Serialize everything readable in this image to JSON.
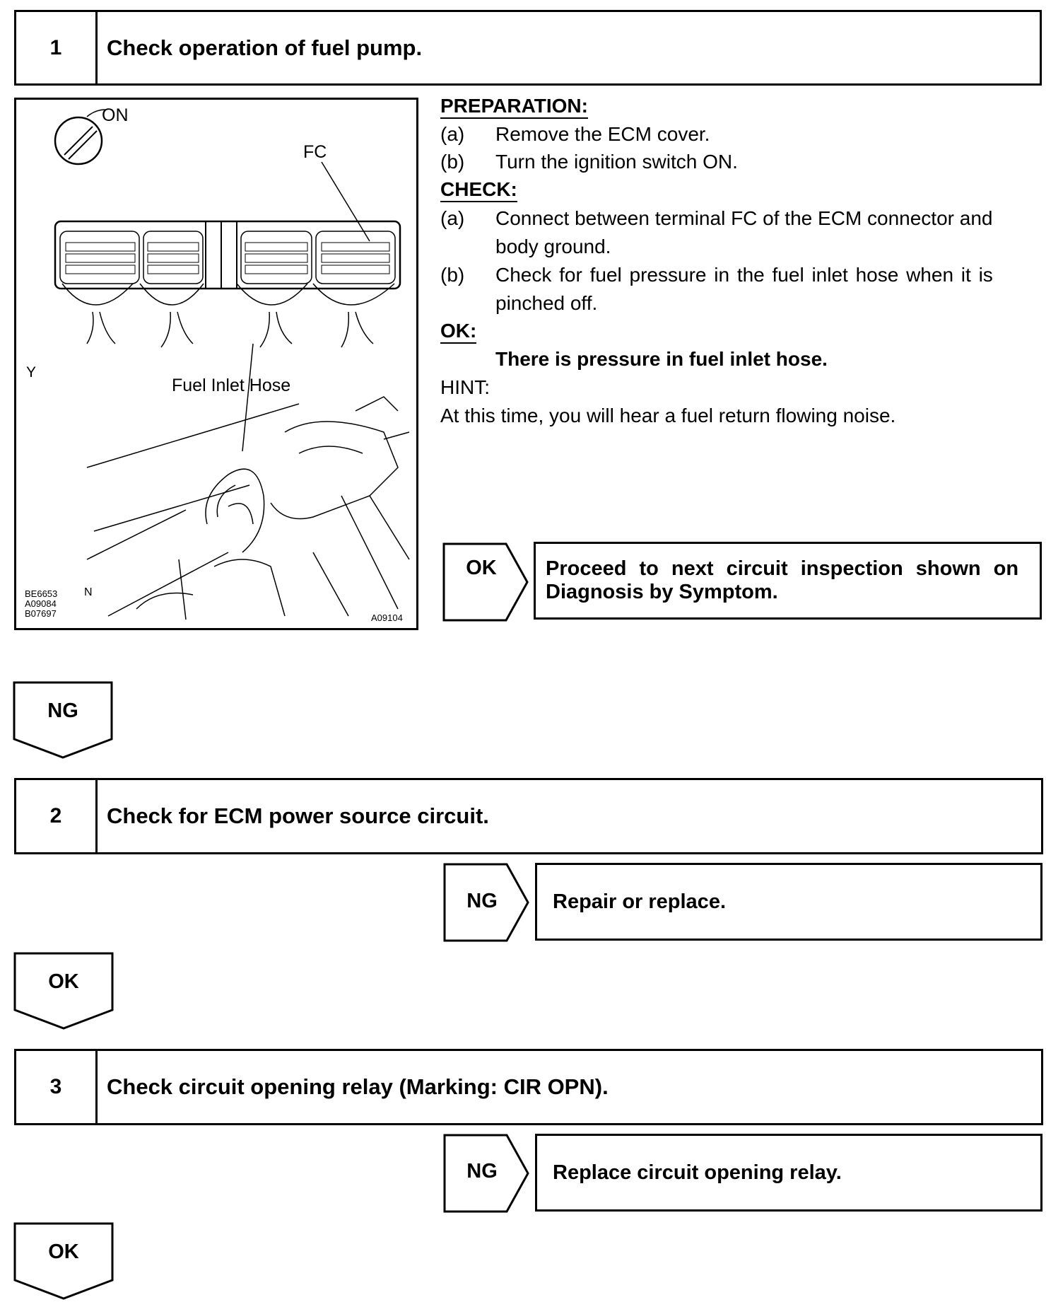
{
  "step1": {
    "number": "1",
    "title": "Check operation of fuel pump.",
    "figure": {
      "label_on": "ON",
      "label_fc": "FC",
      "label_y": "Y",
      "label_hose": "Fuel Inlet Hose",
      "label_n": "N",
      "codes": [
        "BE6653",
        "A09084",
        "B07697"
      ],
      "code_right": "A09104"
    },
    "preparation_heading": "PREPARATION:",
    "preparation": [
      {
        "marker": "(a)",
        "text": "Remove the ECM cover."
      },
      {
        "marker": "(b)",
        "text": "Turn the ignition switch ON."
      }
    ],
    "check_heading": "CHECK:",
    "check": [
      {
        "marker": "(a)",
        "line1": "Connect between terminal FC of the ECM connector and",
        "line2": "body ground."
      },
      {
        "marker": "(b)",
        "line1": "Check for fuel pressure in the fuel inlet hose when it is",
        "line2": "pinched off."
      }
    ],
    "ok_heading": "OK:",
    "ok_text": "There is pressure in fuel inlet hose.",
    "hint_heading": "HINT:",
    "hint_text": "At this time, you will hear a fuel return flowing noise.",
    "ok_arrow": "OK",
    "ok_result_line1": "Proceed to next circuit inspection shown on",
    "ok_result_line2": "Diagnosis by Symptom."
  },
  "flow1": {
    "label": "NG"
  },
  "step2": {
    "number": "2",
    "title": "Check for ECM power source circuit.",
    "ng_arrow": "NG",
    "ng_result": "Repair or replace."
  },
  "flow2": {
    "label": "OK"
  },
  "step3": {
    "number": "3",
    "title": "Check circuit opening relay (Marking: CIR OPN).",
    "ng_arrow": "NG",
    "ng_result": "Replace circuit opening relay."
  },
  "flow3": {
    "label": "OK"
  }
}
